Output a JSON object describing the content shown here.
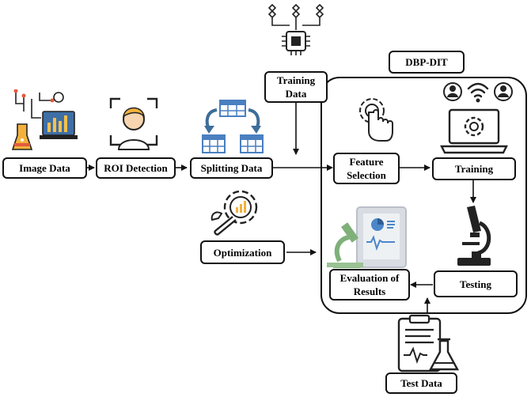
{
  "diagram": {
    "group_label": "DBP-DIT",
    "nodes": {
      "image_data": "Image Data",
      "roi_detection": "ROI Detection",
      "splitting_data": "Splitting Data",
      "training_data": "Training\nData",
      "feature_selection": "Feature\nSelection",
      "training": "Training",
      "testing": "Testing",
      "evaluation": "Evaluation of\nResults",
      "optimization": "Optimization",
      "test_data": "Test Data"
    },
    "icons": [
      "data-lab-icon",
      "face-scan-icon",
      "data-split-icon",
      "chip-icon",
      "gear-touch-icon",
      "network-users-icon",
      "laptop-gear-icon",
      "microscope-icon",
      "optimization-gear-icon",
      "report-lab-icon",
      "clipboard-flask-icon"
    ],
    "colors": {
      "border": "#111111",
      "accent_blue": "#3f6fa5",
      "accent_green": "#7fb07a",
      "accent_orange": "#f3b13c",
      "accent_yellow": "#f6c04a"
    }
  }
}
